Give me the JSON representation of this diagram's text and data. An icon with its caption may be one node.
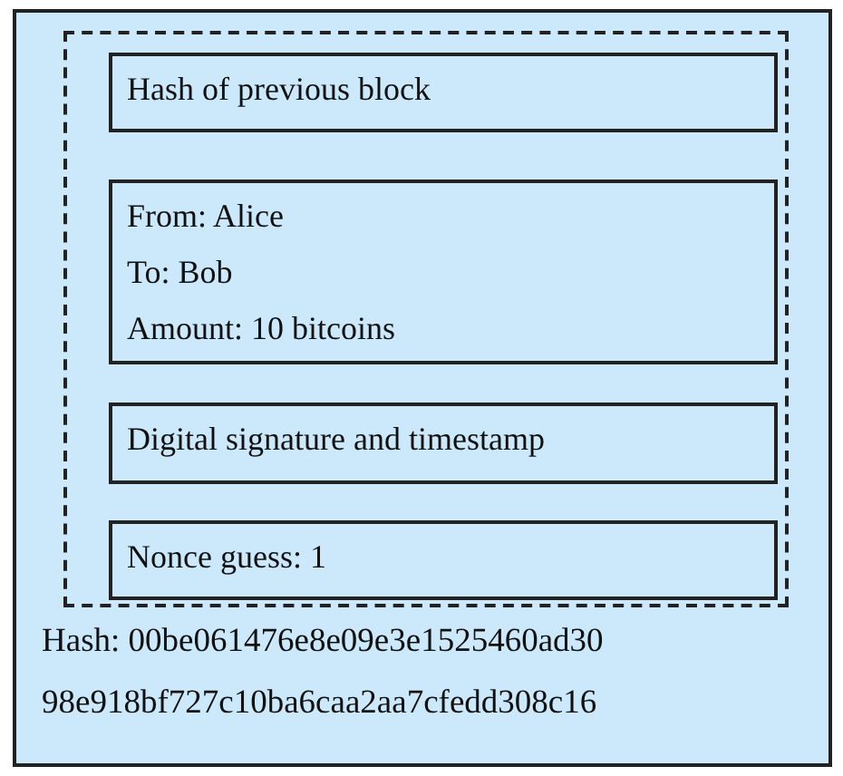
{
  "diagram": {
    "nodes": [
      {
        "text": [
          "Hash: 00be061476e8e09e3e1525460ad30 98e918bf727c10ba6caa2aa7cfedd308c16"
        ]
      },
      {
        "text": [],
        "shape": "box",
        "in": 0
      },
      {
        "text": [
          "Hash of previous block"
        ],
        "in": 1
      },
      {
        "text": [
          "From: Alice",
          "To: Bob",
          "Amount: 10 bitcoins"
        ],
        "in": 1
      },
      {
        "text": [
          "Digital signature and timestamp"
        ],
        "in": 1
      },
      {
        "text": [
          "Nonce guess: 1"
        ],
        "in": 1
      }
    ]
  }
}
